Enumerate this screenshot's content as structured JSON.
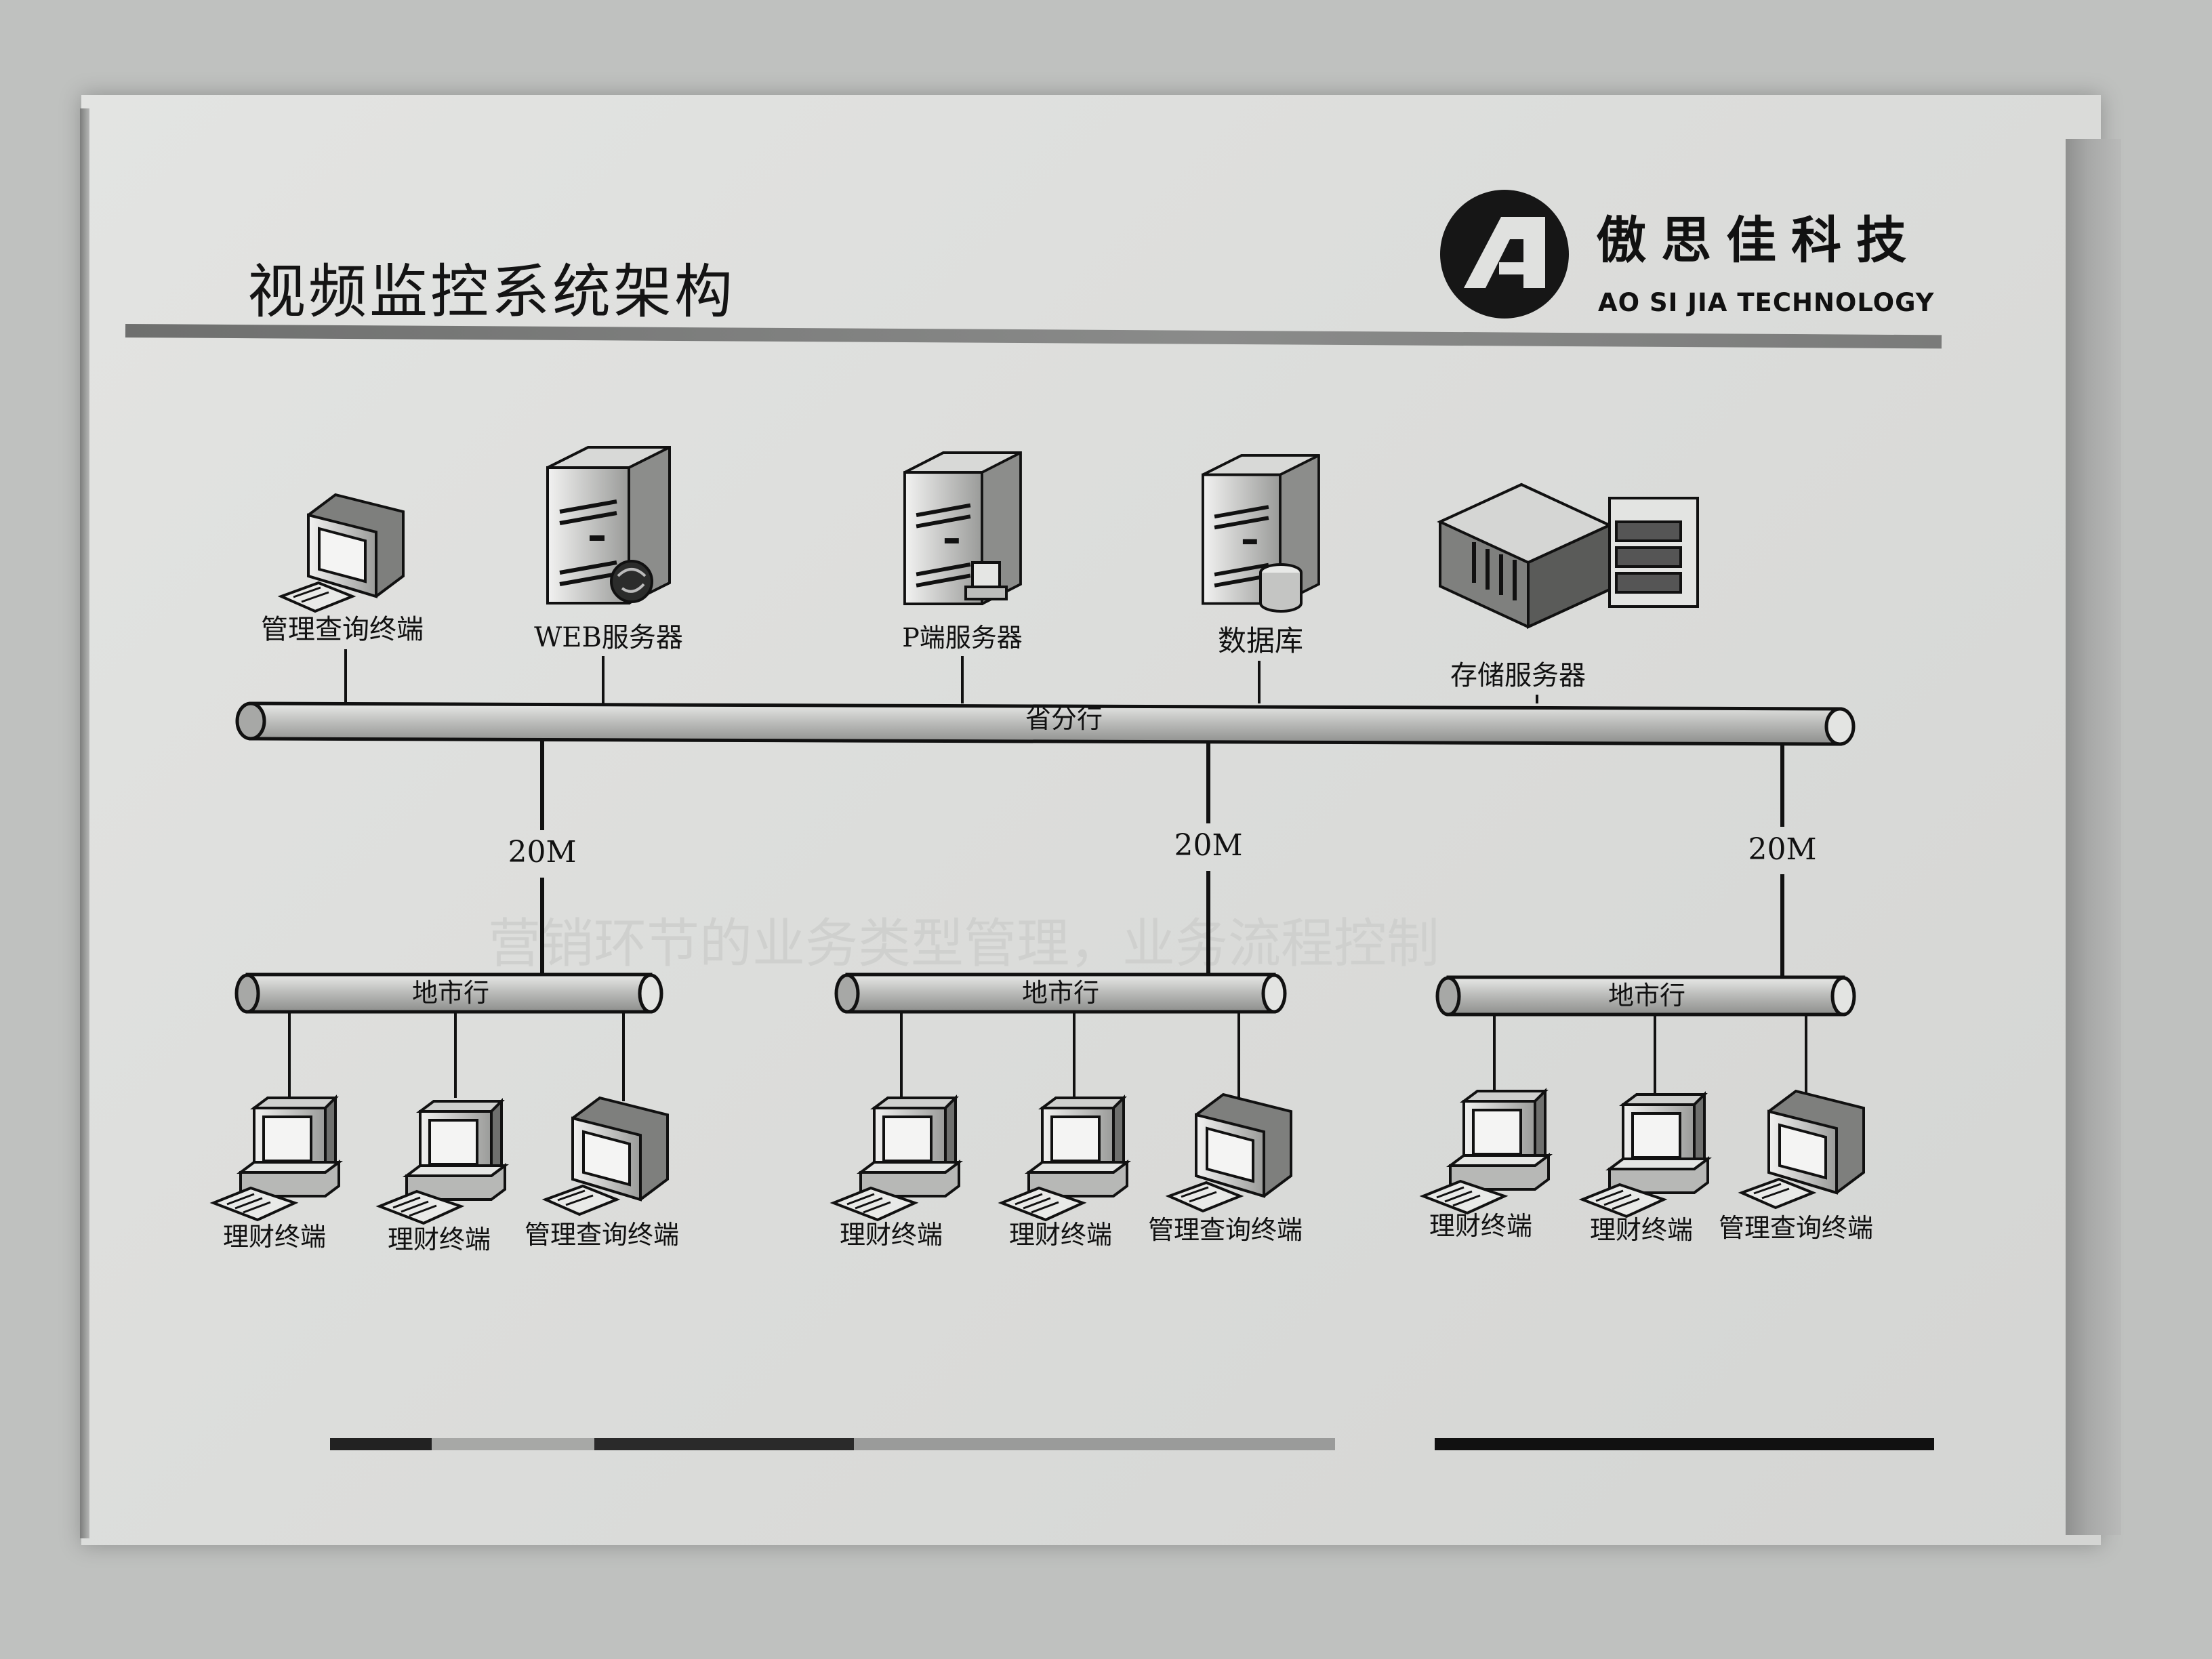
{
  "header": {
    "title": "视频监控系统架构",
    "brand_cn": "傲思佳科技",
    "brand_en": "AO SI JIA TECHNOLOGY"
  },
  "watermark": {
    "line1": "营销环节的业务类型管理，业务流程控制"
  },
  "top_nodes": [
    {
      "label": "管理查询终端",
      "icon": "monitor-terminal-icon"
    },
    {
      "label": "WEB服务器",
      "icon": "web-server-icon"
    },
    {
      "label": "P端服务器",
      "icon": "p-server-icon"
    },
    {
      "label": "数据库",
      "icon": "database-server-icon"
    },
    {
      "label": "存储服务器",
      "icon": "storage-server-icon"
    }
  ],
  "backbone": {
    "label": "省分行"
  },
  "links": [
    {
      "label": "20M"
    },
    {
      "label": "20M"
    },
    {
      "label": "20M"
    }
  ],
  "branches": [
    {
      "label": "地市行",
      "terminals": [
        "理财终端",
        "理财终端",
        "管理查询终端"
      ]
    },
    {
      "label": "地市行",
      "terminals": [
        "理财终端",
        "理财终端",
        "管理查询终端"
      ]
    },
    {
      "label": "地市行",
      "terminals": [
        "理财终端",
        "理财终端",
        "管理查询终端"
      ]
    }
  ],
  "colors": {
    "paper": "#dcdddb",
    "line": "#111111",
    "pipe": "#cfd0ce",
    "footer_dark": "#222222",
    "footer_light": "#9a9b9a"
  }
}
